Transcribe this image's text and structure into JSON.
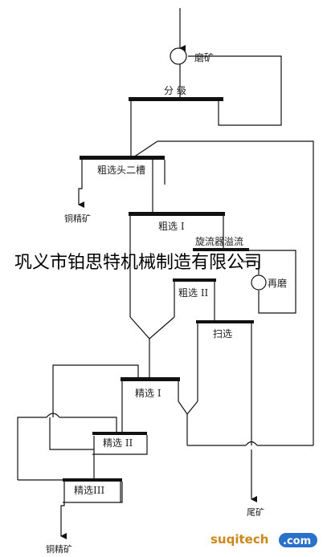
{
  "flowsheet": {
    "grinding": "磨矿",
    "classification": "分 级",
    "rougher_head_cell": "粗选头二槽",
    "copper_concentrate_1": "铜精矿",
    "rougher_1": "粗选 I",
    "cyclone_overflow": "旋流器溢流",
    "regrind": "再磨",
    "rougher_2": "粗选 II",
    "scavenger": "扫选",
    "cleaner_1": "精选 I",
    "cleaner_2": "精选 II",
    "cleaner_3": "精选III",
    "tailings": "尾矿",
    "copper_concentrate_2": "铜精矿"
  },
  "watermark": {
    "company": "巩义市铂思特机械制造有限公司",
    "site_name": "suqitech",
    "site_tld": ".com"
  },
  "colors": {
    "line": "#111111",
    "logo_orange": "#c98a1a",
    "logo_blue": "#2a72c9"
  }
}
